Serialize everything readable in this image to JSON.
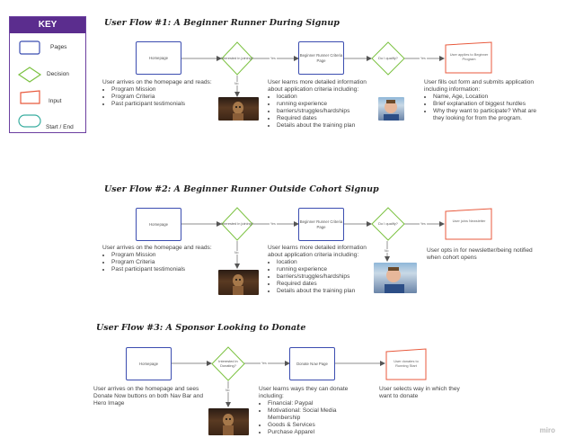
{
  "key": {
    "title": "KEY",
    "items": [
      {
        "label": "Pages",
        "shape": "rectangle",
        "color": "#3b4db0"
      },
      {
        "label": "Decision",
        "shape": "diamond",
        "color": "#7cc242"
      },
      {
        "label": "Input",
        "shape": "parallelogram",
        "color": "#e8593c"
      },
      {
        "label": "Start / End",
        "shape": "rounded",
        "color": "#3aaea0"
      }
    ]
  },
  "flows": [
    {
      "title": "User Flow #1: A Beginner Runner During Signup",
      "page1": "Homepage",
      "decision1": "Interested in joining?",
      "decision1_no": "No",
      "decision1_yes": "Yes",
      "page2": "Beginner Runner Criteria Page",
      "decision2": "Do I qualify?",
      "decision2_yes": "Yes",
      "end": "User applies to Beginner Program",
      "desc1": {
        "intro": "User arrives on the homepage and reads:",
        "items": [
          "Program Mission",
          "Program Criteria",
          "Past participant testimonials"
        ]
      },
      "desc2": {
        "intro": "User learns more detailed information about application criteria including:",
        "items": [
          "location",
          "running experience",
          "barriers/struggles/hardships",
          "Required dates",
          "Details about the training plan"
        ]
      },
      "desc3": {
        "intro": "User fills out form and submits application including information:",
        "items": [
          "Name, Age, Location",
          "Brief explanation of biggest hurdles",
          "Why they want to participate? What are they looking for from the program."
        ]
      }
    },
    {
      "title": "User Flow #2: A Beginner Runner Outside Cohort Signup",
      "page1": "Homepage",
      "decision1": "Interested in joining?",
      "decision1_no": "No",
      "decision1_yes": "Yes",
      "page2": "Beginner Runner Criteria Page",
      "decision2": "Do I qualify?",
      "decision2_no": "No",
      "decision2_yes": "Yes",
      "end": "User joins Newsletter",
      "desc1": {
        "intro": "User arrives on the homepage and reads:",
        "items": [
          "Program Mission",
          "Program Criteria",
          "Past participant testimonials"
        ]
      },
      "desc2": {
        "intro": "User learns more detailed information about application criteria including:",
        "items": [
          "location",
          "running experience",
          "barriers/struggles/hardships",
          "Required dates",
          "Details about the training plan"
        ]
      },
      "desc3": {
        "intro": "User opts in for newsletter/being notified when cohort opens",
        "items": []
      }
    },
    {
      "title": "User Flow #3: A Sponsor Looking to Donate",
      "page1": "Homepage",
      "decision1": "Interested in Donating?",
      "decision1_no": "No",
      "decision1_yes": "Yes",
      "page2": "Donate Now Page",
      "end": "User donates to Running Start",
      "desc1": {
        "intro": "User arrives on the homepage and sees Donate Now buttons on both Nav Bar and Hero Image",
        "items": []
      },
      "desc2": {
        "intro": "User learns ways they can donate including:",
        "items": [
          "Financial: Paypal",
          "Motivational: Social Media Membership",
          "Goods & Services",
          "Purchase Apparel"
        ]
      },
      "desc3": {
        "intro": "User selects way in which they want to donate",
        "items": []
      }
    }
  ],
  "branding": "miro"
}
